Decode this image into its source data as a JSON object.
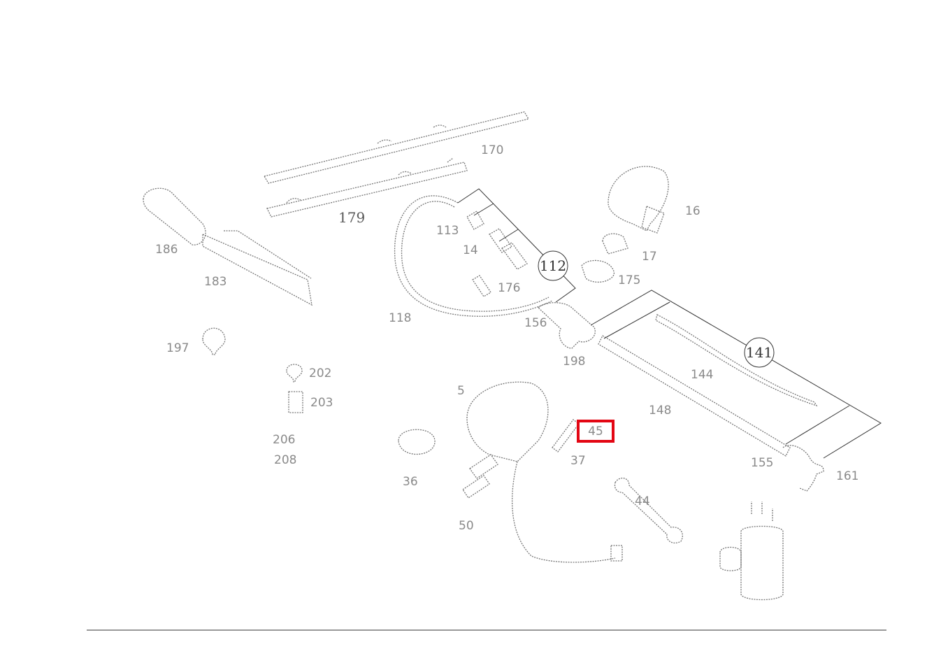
{
  "colors": {
    "highlight": "#e30613",
    "rule": "#333333",
    "part": "#777777"
  },
  "circled_numbers": {
    "c112": "112",
    "c141": "141"
  },
  "labels": {
    "l170": "170",
    "l179": "179",
    "l113": "113",
    "l14": "14",
    "l16": "16",
    "l17": "17",
    "l175": "175",
    "l176": "176",
    "l118": "118",
    "l156": "156",
    "l198": "198",
    "l144": "144",
    "l148": "148",
    "l155": "155",
    "l161": "161",
    "l186": "186",
    "l183": "183",
    "l197": "197",
    "l202": "202",
    "l203": "203",
    "l206": "206",
    "l208": "208",
    "l5": "5",
    "l36": "36",
    "l37": "37",
    "l50": "50",
    "l44": "44",
    "l45": "45"
  }
}
